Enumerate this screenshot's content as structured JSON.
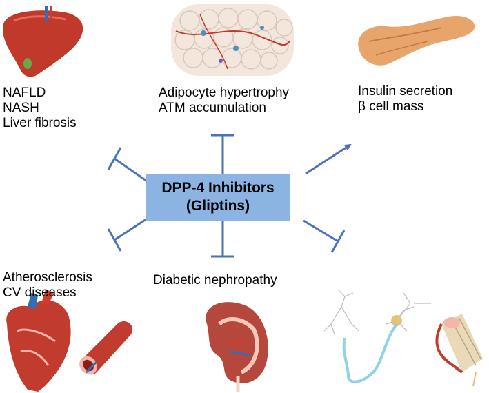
{
  "center": {
    "line1": "DPP-4 Inhibitors",
    "line2": "(Gliptins)"
  },
  "labels": {
    "liver": [
      "NAFLD",
      "NASH",
      "Liver fibrosis"
    ],
    "adipose": [
      "Adipocyte hypertrophy",
      "ATM accumulation"
    ],
    "pancreas": [
      "Insulin secretion",
      "β cell mass"
    ],
    "heart": [
      "Atherosclerosis",
      "CV diseases"
    ],
    "kidney": [
      "Diabetic nephropathy"
    ]
  },
  "colors": {
    "box_fill": "#8bb4e3",
    "connector": "#4a72b8",
    "liver": "#c0392b",
    "adipose": "#f3e6dc",
    "pancreas": "#e8a56b",
    "heart": "#c23b2f",
    "kidney": "#b5473d",
    "nerve": "#8fd3e8"
  },
  "icons": {
    "liver": "liver-icon",
    "adipose": "adipose-tissue-icon",
    "pancreas": "pancreas-icon",
    "heart": "heart-icon",
    "vessel": "blood-vessel-icon",
    "kidney": "kidney-icon",
    "neuron": "neuron-icon",
    "nerve": "nerve-bundle-icon"
  }
}
